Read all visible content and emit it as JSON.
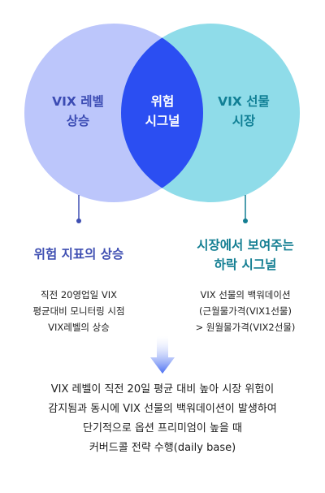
{
  "colors": {
    "left_circle": "#bcc6fb",
    "right_circle": "#8fdce9",
    "overlap": "#2b4ef2",
    "left_text": "#3b4bb3",
    "right_text": "#107f95",
    "overlap_text": "#ffffff",
    "left_head": "#3f4fb2",
    "right_head": "#137e92",
    "arrow": "#4a6ff2"
  },
  "venn": {
    "left_label": [
      "VIX 레벨",
      "상승"
    ],
    "center_label": [
      "위험",
      "시그널"
    ],
    "right_label": [
      "VIX 선물",
      "시장"
    ]
  },
  "left_block": {
    "heading": "위험 지표의 상승",
    "lines": [
      "직전 20영업일 VIX",
      "평균대비 모니터링 시점",
      "VIX레벨의 상승"
    ]
  },
  "right_block": {
    "heading": [
      "시장에서 보여주는",
      "하락 시그널"
    ],
    "lines": [
      "VIX 선물의 백워데이션",
      "(근월물가격(VIX1선물)",
      "> 원월물가격(VIX2선물)"
    ]
  },
  "arrow_icon": "arrow-down-icon",
  "summary": [
    "VIX 레벨이 직전 20일 평균 대비 높아 시장 위험이",
    "감지됨과 동시에 VIX 선물의 백워데이션이 발생하여",
    "단기적으로 옵션 프리미엄이 높을 때",
    "커버드콜 전략 수행(daily base)"
  ]
}
